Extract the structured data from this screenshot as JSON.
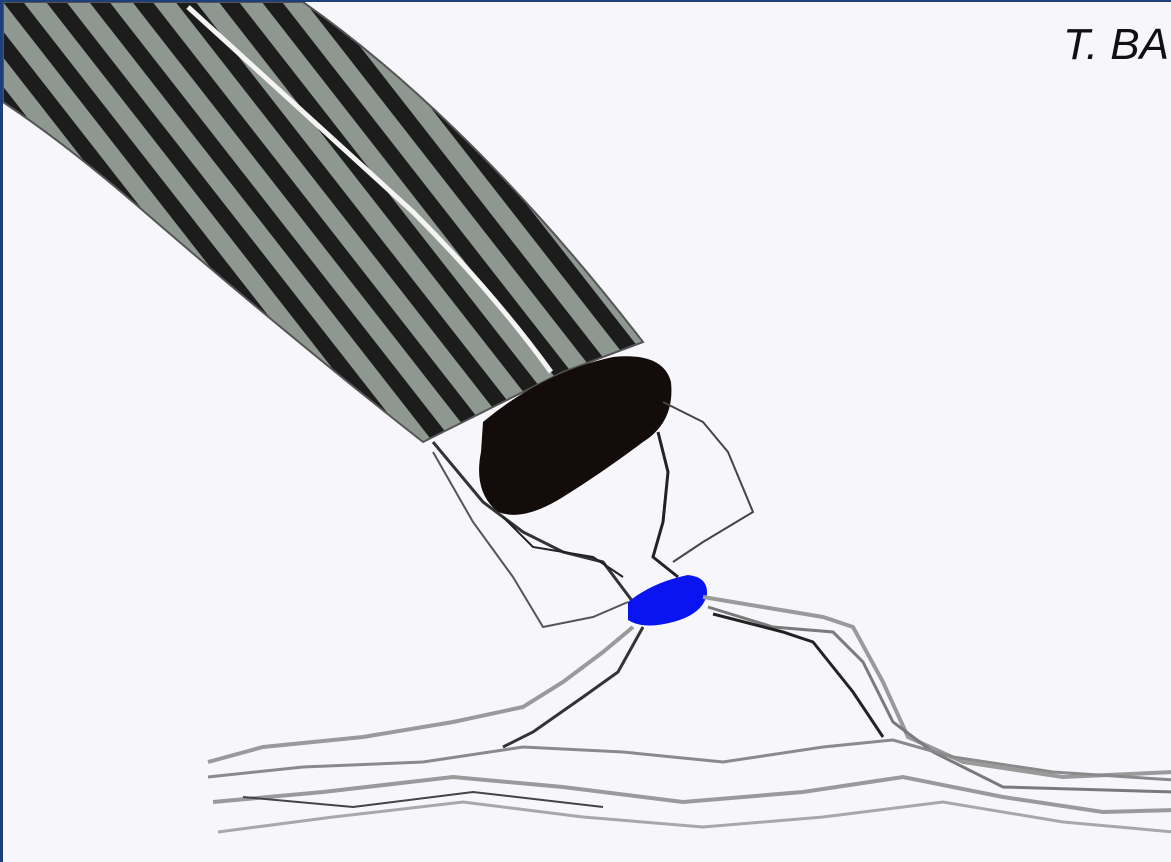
{
  "caption": "T. BA",
  "colors": {
    "frame_border": "#1f3f7a",
    "background": "#f7f6fb",
    "fiber_light": "#8c968e",
    "fiber_dark": "#1a1a1a",
    "terminal_dark": "#140c0a",
    "junction_blue": "#0a14f0",
    "strand_gray": "#9a9a9a"
  },
  "icons": {
    "striated_fiber": "muscle-fiber-illustration",
    "nerve_terminal": "nerve-terminal-illustration",
    "junction_spot": "blue-junction-spot",
    "axon_strands": "axon-strands-illustration"
  }
}
